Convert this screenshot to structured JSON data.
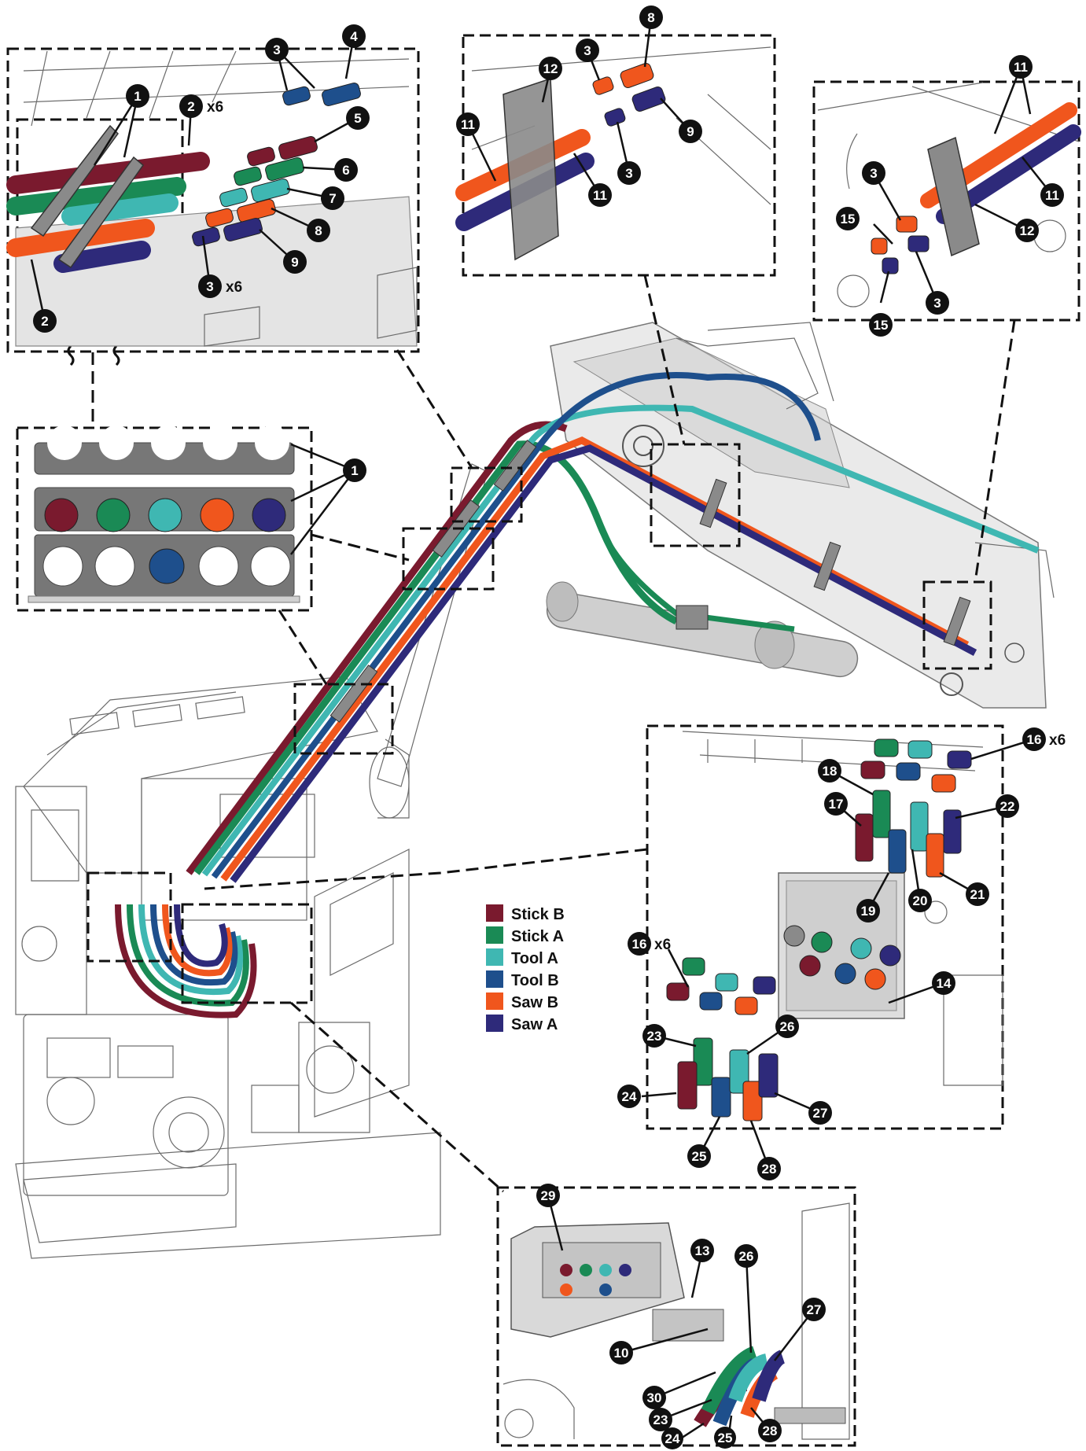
{
  "colors": {
    "stick_b": "#7a1a2e",
    "stick_a": "#1a8a55",
    "tool_a": "#3fb7b2",
    "tool_b": "#1e4f8c",
    "saw_b": "#f0561d",
    "saw_a": "#2e2a7a",
    "clamp": "#8a8a8a"
  },
  "legend": [
    {
      "label": "Stick B",
      "color": "#7a1a2e"
    },
    {
      "label": "Stick A",
      "color": "#1a8a55"
    },
    {
      "label": "Tool A",
      "color": "#3fb7b2"
    },
    {
      "label": "Tool B",
      "color": "#1e4f8c"
    },
    {
      "label": "Saw B",
      "color": "#f0561d"
    },
    {
      "label": "Saw A",
      "color": "#2e2a7a"
    }
  ],
  "callouts": {
    "c1": "1",
    "c2": "2",
    "c3": "3",
    "c4": "4",
    "c5": "5",
    "c6": "6",
    "c7": "7",
    "c8": "8",
    "c9": "9",
    "c10": "10",
    "c11": "11",
    "c12": "12",
    "c13": "13",
    "c14": "14",
    "c15": "15",
    "c16": "16",
    "c17": "17",
    "c18": "18",
    "c19": "19",
    "c20": "20",
    "c21": "21",
    "c22": "22",
    "c23": "23",
    "c24": "24",
    "c25": "25",
    "c26": "26",
    "c27": "27",
    "c28": "28",
    "c29": "29",
    "c30": "30"
  },
  "quantities": {
    "x6": "x6"
  }
}
